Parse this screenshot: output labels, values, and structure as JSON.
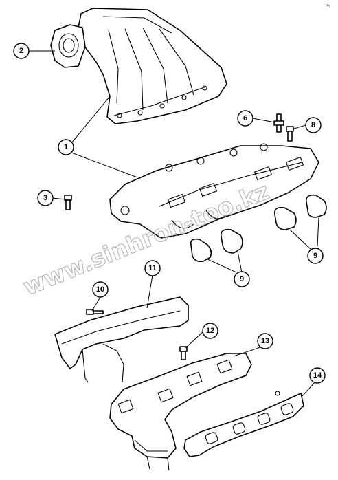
{
  "corner_mark": "Pn",
  "watermark": "www.sinhron-too.kz",
  "callouts": [
    "1",
    "2",
    "3",
    "6",
    "8",
    "9",
    "9",
    "10",
    "11",
    "12",
    "13",
    "14"
  ]
}
